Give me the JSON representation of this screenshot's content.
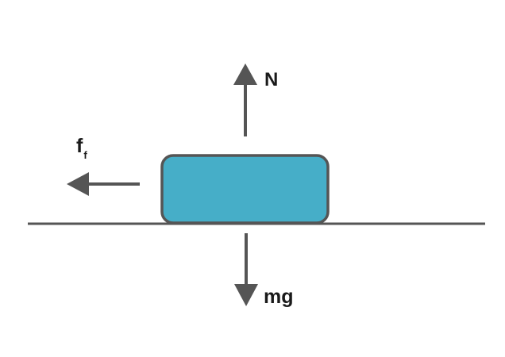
{
  "diagram": {
    "title": "",
    "forces": {
      "normal": {
        "label": "N",
        "direction": "up"
      },
      "weight": {
        "label": "mg",
        "direction": "down"
      },
      "friction": {
        "label": "f",
        "subscript": "f",
        "direction": "left"
      }
    },
    "colors": {
      "block_fill": "#46aec8",
      "stroke": "#555555",
      "arrow": "#555555",
      "text": "#1a1a1a"
    }
  }
}
